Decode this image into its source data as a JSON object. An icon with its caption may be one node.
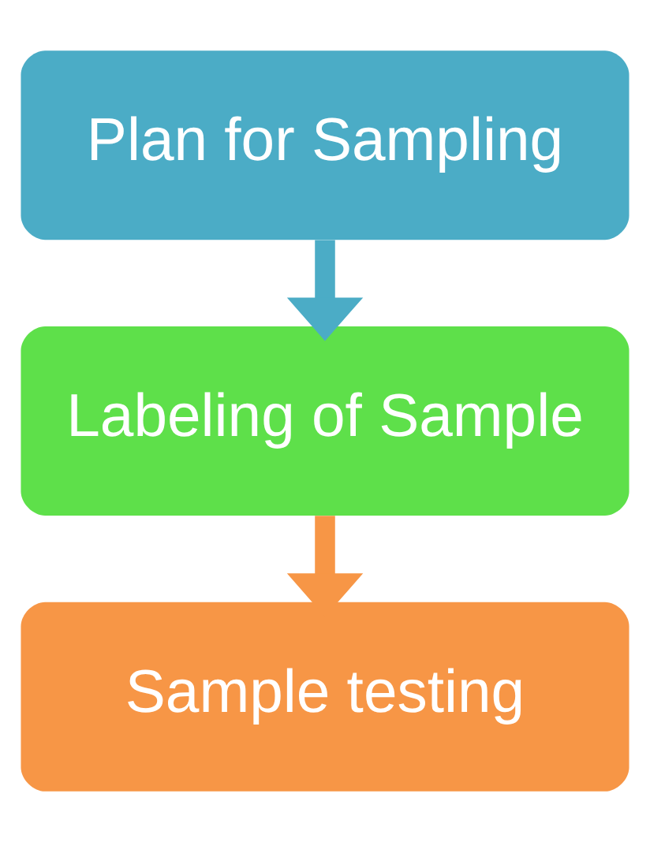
{
  "diagram": {
    "nodes": [
      {
        "text": [
          "Plan for Sampling"
        ]
      },
      {
        "text": [
          "Labeling of Sample"
        ]
      },
      {
        "text": [
          "Sample testing"
        ]
      }
    ],
    "edges": [
      {
        "from": 0,
        "to": 1,
        "arrow": "to",
        "color": "#4bacc6"
      },
      {
        "from": 1,
        "to": 2,
        "arrow": "to",
        "color": "#f79646"
      }
    ]
  }
}
